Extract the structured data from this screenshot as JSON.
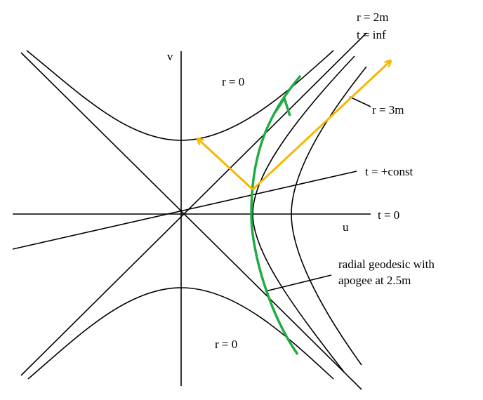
{
  "labels": {
    "v_axis": "v",
    "u_axis": "u",
    "t_zero": "t = 0",
    "t_const": "t = +const",
    "r_2m": "r = 2m",
    "t_inf": "t = inf",
    "r_3m": "r = 3m",
    "r_0_top": "r = 0",
    "r_0_bottom": "r = 0",
    "geodesic_line1": "radial geodesic with",
    "geodesic_line2": "apogee at 2.5m"
  },
  "colors": {
    "ink": "#000000",
    "geodesic": "#22aa44",
    "light_rays": "#f5b800",
    "background": "#ffffff"
  }
}
